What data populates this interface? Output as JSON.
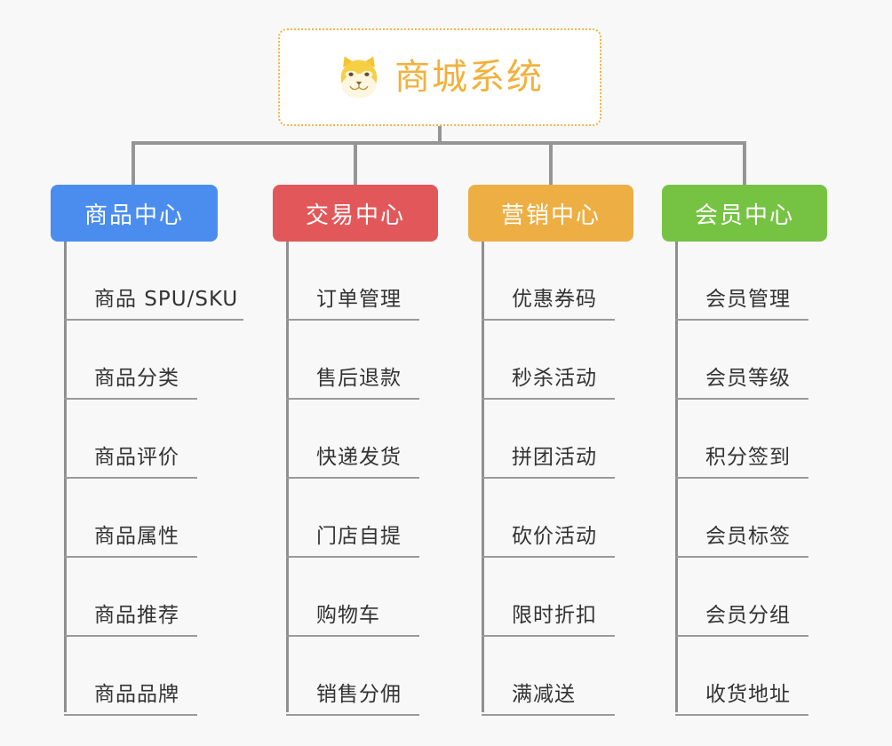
{
  "background_color": "#f8f8f8",
  "root": {
    "title": "商城系统",
    "icon": "shiba-dog-face-icon",
    "text_color": "#f2b13c",
    "border_color": "#f0b544",
    "fill_color": "#ffffff"
  },
  "connector_color": "#959595",
  "columns": [
    {
      "id": "product-center",
      "label": "商品中心",
      "color": "#4a8def",
      "items": [
        {
          "label": "商品 SPU/SKU"
        },
        {
          "label": "商品分类"
        },
        {
          "label": "商品评价"
        },
        {
          "label": "商品属性"
        },
        {
          "label": "商品推荐"
        },
        {
          "label": "商品品牌"
        }
      ]
    },
    {
      "id": "trade-center",
      "label": "交易中心",
      "color": "#e2585a",
      "items": [
        {
          "label": "订单管理"
        },
        {
          "label": "售后退款"
        },
        {
          "label": "快递发货"
        },
        {
          "label": "门店自提"
        },
        {
          "label": "购物车"
        },
        {
          "label": "销售分佣"
        }
      ]
    },
    {
      "id": "marketing-center",
      "label": "营销中心",
      "color": "#edae43",
      "items": [
        {
          "label": "优惠券码"
        },
        {
          "label": "秒杀活动"
        },
        {
          "label": "拼团活动"
        },
        {
          "label": "砍价活动"
        },
        {
          "label": "限时折扣"
        },
        {
          "label": "满减送"
        }
      ]
    },
    {
      "id": "member-center",
      "label": "会员中心",
      "color": "#76c344",
      "items": [
        {
          "label": "会员管理"
        },
        {
          "label": "会员等级"
        },
        {
          "label": "积分签到"
        },
        {
          "label": "会员标签"
        },
        {
          "label": "会员分组"
        },
        {
          "label": "收货地址"
        }
      ]
    }
  ]
}
